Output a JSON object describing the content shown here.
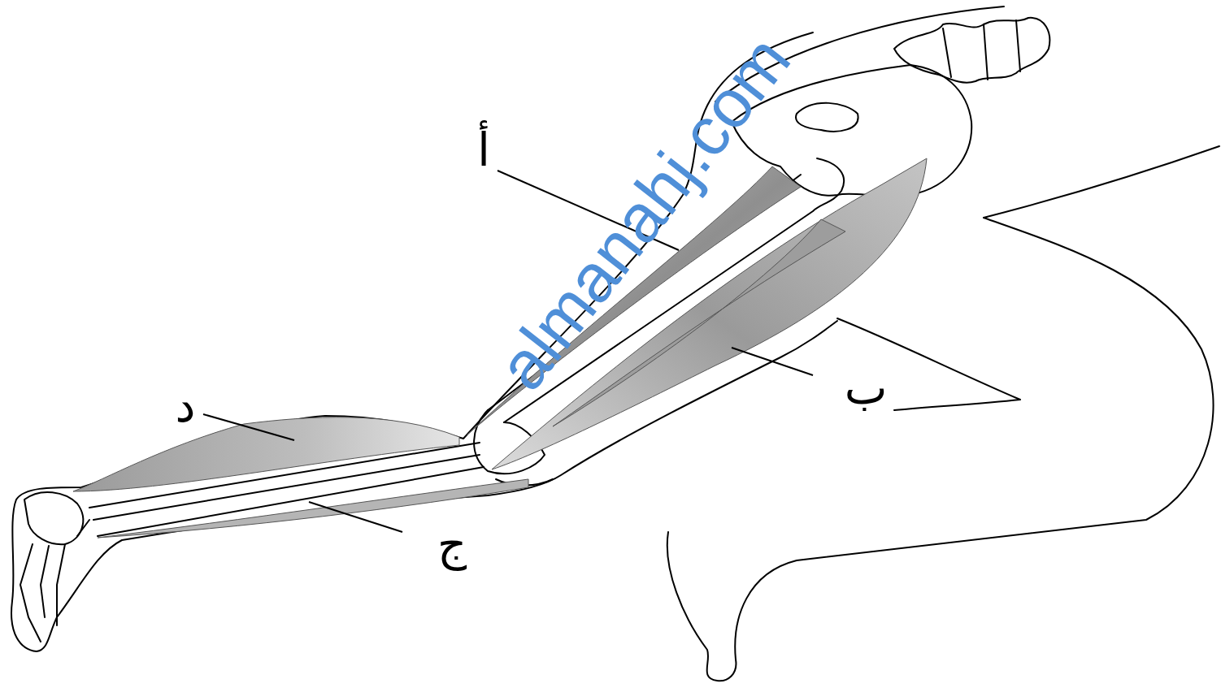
{
  "diagram": {
    "labels": [
      "أ",
      "ب",
      "ج",
      "د",
      "almanahj.com"
    ]
  }
}
